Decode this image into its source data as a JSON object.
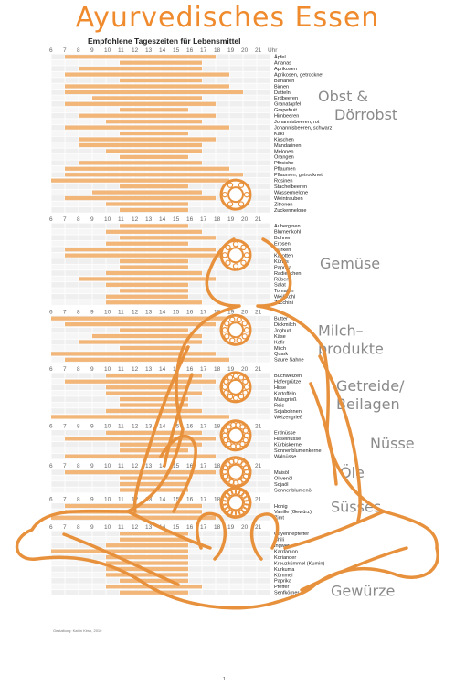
{
  "title": "Ayurvedisches Essen",
  "subtitle": "Empfohlene Tageszeiten für Lebensmittel",
  "hour_unit": "Uhr",
  "credit": "Gestaltung: Katrin Kirsh, 2010",
  "page_number": "1",
  "colors": {
    "bar": "#f3b679",
    "grid": "#e4e4e4",
    "outline": "#e8913d",
    "title": "#ef8a2d",
    "group_label": "#8a8a8a"
  },
  "chart_data": {
    "type": "bar",
    "orientation": "horizontal",
    "x_unit": "Uhr",
    "xlim": [
      6,
      22
    ],
    "hour_ticks": [
      "6",
      "7",
      "8",
      "9",
      "10",
      "11",
      "12",
      "13",
      "14",
      "15",
      "16",
      "17",
      "18",
      "19",
      "20",
      "21"
    ],
    "groups": [
      {
        "label": "Obst & Dörrobst",
        "items": [
          {
            "name": "Äpfel",
            "start": 7,
            "end": 18
          },
          {
            "name": "Ananas",
            "start": 11,
            "end": 17
          },
          {
            "name": "Aprikosen",
            "start": 8,
            "end": 17
          },
          {
            "name": "Aprikosen, getrocknet",
            "start": 7,
            "end": 19
          },
          {
            "name": "Bananen",
            "start": 11,
            "end": 17
          },
          {
            "name": "Birnen",
            "start": 7,
            "end": 19
          },
          {
            "name": "Datteln",
            "start": 7,
            "end": 20
          },
          {
            "name": "Erdbeeren",
            "start": 9,
            "end": 17
          },
          {
            "name": "Granatapfel",
            "start": 7,
            "end": 18
          },
          {
            "name": "Grapefruit",
            "start": 11,
            "end": 16
          },
          {
            "name": "Himbeeren",
            "start": 8,
            "end": 18
          },
          {
            "name": "Johannisbeeren, rot",
            "start": 10,
            "end": 17
          },
          {
            "name": "Johannisbeeren, schwarz",
            "start": 7,
            "end": 19
          },
          {
            "name": "Kaki",
            "start": 11,
            "end": 16
          },
          {
            "name": "Kirschen",
            "start": 8,
            "end": 18
          },
          {
            "name": "Mandarinen",
            "start": 8,
            "end": 17
          },
          {
            "name": "Melonen",
            "start": 10,
            "end": 17
          },
          {
            "name": "Orangen",
            "start": 11,
            "end": 16
          },
          {
            "name": "Pfirsiche",
            "start": 8,
            "end": 17
          },
          {
            "name": "Pflaumen",
            "start": 7,
            "end": 19
          },
          {
            "name": "Pflaumen, getrocknet",
            "start": 7,
            "end": 20
          },
          {
            "name": "Rosinen",
            "start": 6,
            "end": 19
          },
          {
            "name": "Stachelbeeren",
            "start": 11,
            "end": 16
          },
          {
            "name": "Wassermelone",
            "start": 9,
            "end": 17
          },
          {
            "name": "Weintrauben",
            "start": 7,
            "end": 18
          },
          {
            "name": "Zitronen",
            "start": 10,
            "end": 16
          },
          {
            "name": "Zuckermelone",
            "start": 11,
            "end": 16
          }
        ]
      },
      {
        "label": "Gemüse",
        "items": [
          {
            "name": "Auberginen",
            "start": 11,
            "end": 16
          },
          {
            "name": "Blumenkohl",
            "start": 10,
            "end": 17
          },
          {
            "name": "Bohnen",
            "start": 11,
            "end": 18
          },
          {
            "name": "Erbsen",
            "start": 10,
            "end": 16
          },
          {
            "name": "Gurken",
            "start": 7,
            "end": 18
          },
          {
            "name": "Karotten",
            "start": 7,
            "end": 19
          },
          {
            "name": "Kürbis",
            "start": 11,
            "end": 16
          },
          {
            "name": "Paprika",
            "start": 11,
            "end": 16
          },
          {
            "name": "Radieschen",
            "start": 10,
            "end": 17
          },
          {
            "name": "Rüben",
            "start": 8,
            "end": 18
          },
          {
            "name": "Salat",
            "start": 10,
            "end": 16
          },
          {
            "name": "Tomaten",
            "start": 11,
            "end": 16
          },
          {
            "name": "Weißkohl",
            "start": 10,
            "end": 16
          },
          {
            "name": "Zucchini",
            "start": 10,
            "end": 17
          }
        ]
      },
      {
        "label": "Milchprodukte",
        "items": [
          {
            "name": "Butter",
            "start": 6,
            "end": 19
          },
          {
            "name": "Dickmilch",
            "start": 7,
            "end": 18
          },
          {
            "name": "Joghurt",
            "start": 11,
            "end": 16
          },
          {
            "name": "Käse",
            "start": 9,
            "end": 17
          },
          {
            "name": "Kefir",
            "start": 8,
            "end": 17
          },
          {
            "name": "Milch",
            "start": 11,
            "end": 16
          },
          {
            "name": "Quark",
            "start": 6,
            "end": 18
          },
          {
            "name": "Saure Sahne",
            "start": 7,
            "end": 19
          }
        ]
      },
      {
        "label": "Getreide/Beilagen",
        "items": [
          {
            "name": "Buchweizen",
            "start": 10,
            "end": 17
          },
          {
            "name": "Hafergrütze",
            "start": 7,
            "end": 18
          },
          {
            "name": "Hirse",
            "start": 10,
            "end": 16
          },
          {
            "name": "Kartoffeln",
            "start": 10,
            "end": 17
          },
          {
            "name": "Maisgrieß",
            "start": 11,
            "end": 16
          },
          {
            "name": "Reis",
            "start": 11,
            "end": 16
          },
          {
            "name": "Sojabohnen",
            "start": 10,
            "end": 17
          },
          {
            "name": "Weizengrieß",
            "start": 6,
            "end": 19
          }
        ]
      },
      {
        "label": "Nüsse",
        "items": [
          {
            "name": "Erdnüsse",
            "start": 10,
            "end": 17
          },
          {
            "name": "Haselnüsse",
            "start": 7,
            "end": 18
          },
          {
            "name": "Kürbiskerne",
            "start": 11,
            "end": 17
          },
          {
            "name": "Sonnenblumenkerne",
            "start": 11,
            "end": 16
          },
          {
            "name": "Walnüsse",
            "start": 7,
            "end": 18
          }
        ]
      },
      {
        "label": "Öle",
        "items": [
          {
            "name": "Maisöl",
            "start": 7,
            "end": 18
          },
          {
            "name": "Olivenöl",
            "start": 11,
            "end": 16
          },
          {
            "name": "Sojaöl",
            "start": 11,
            "end": 16
          },
          {
            "name": "Sonnenblumenöl",
            "start": 11,
            "end": 16
          }
        ]
      },
      {
        "label": "Süsses",
        "items": [
          {
            "name": "Honig",
            "start": 7,
            "end": 17
          },
          {
            "name": "Vanille (Gewürz)",
            "start": 7,
            "end": 17
          },
          {
            "name": "Zimt",
            "start": 6,
            "end": 18
          }
        ]
      },
      {
        "label": "Gewürze",
        "items": [
          {
            "name": "Cayennepfeffer",
            "start": 11,
            "end": 16
          },
          {
            "name": "Chili",
            "start": 11,
            "end": 16
          },
          {
            "name": "Ingwer",
            "start": 10,
            "end": 16
          },
          {
            "name": "Kardamon",
            "start": 6,
            "end": 16
          },
          {
            "name": "Koriander",
            "start": 10,
            "end": 16
          },
          {
            "name": "Kreuzkümmel (Kumin)",
            "start": 10,
            "end": 16
          },
          {
            "name": "Kurkuma",
            "start": 10,
            "end": 16
          },
          {
            "name": "Kümmel",
            "start": 10,
            "end": 16
          },
          {
            "name": "Paprika",
            "start": 11,
            "end": 16
          },
          {
            "name": "Pfeffer",
            "start": 10,
            "end": 17
          },
          {
            "name": "Senfkörner",
            "start": 11,
            "end": 16
          }
        ]
      }
    ]
  }
}
